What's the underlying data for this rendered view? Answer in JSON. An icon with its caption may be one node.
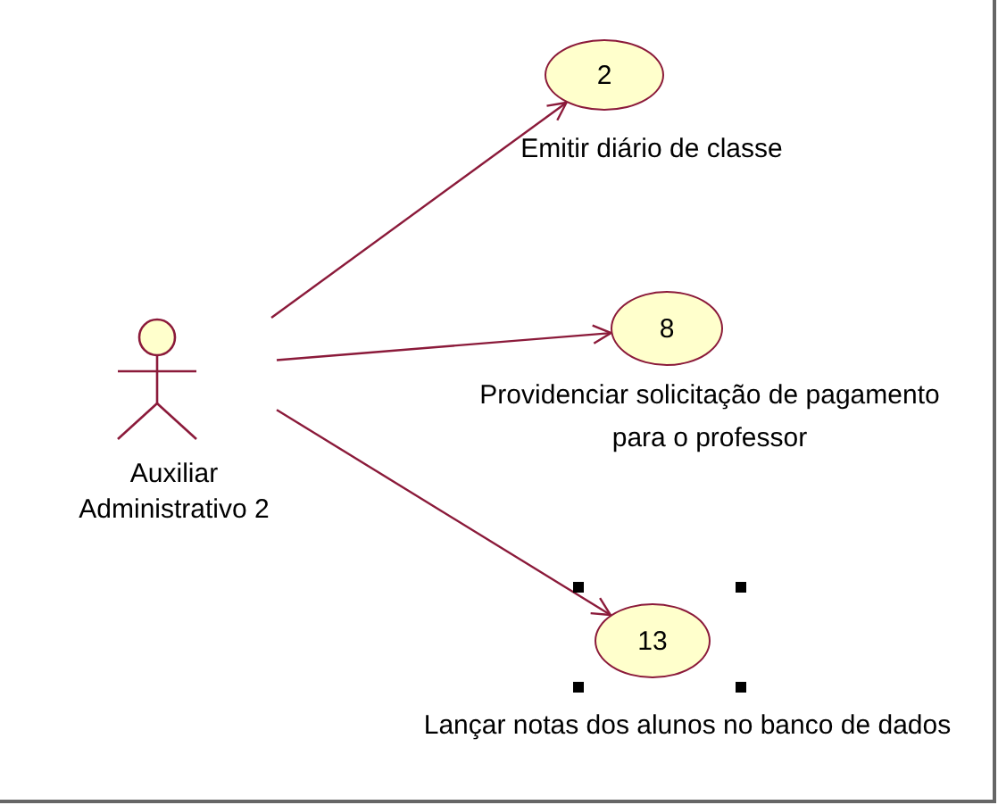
{
  "diagram": {
    "nodes": [
      {
        "text": [
          "Auxiliar Administrativo 2"
        ]
      },
      {
        "text": [
          "2"
        ],
        "beside": [
          "Emitir diário de classe"
        ]
      },
      {
        "text": [
          "8"
        ],
        "beside": [
          "Providenciar solicitação de pagamento para o professor"
        ]
      },
      {
        "text": [
          "13"
        ],
        "beside": [
          "Lançar notas dos alunos no banco de dados"
        ]
      }
    ],
    "edges": [
      {
        "from": 0,
        "to": 1,
        "arrow": "to"
      },
      {
        "from": 0,
        "to": 2,
        "arrow": "to"
      },
      {
        "from": 0,
        "to": 3,
        "arrow": "to"
      }
    ]
  }
}
